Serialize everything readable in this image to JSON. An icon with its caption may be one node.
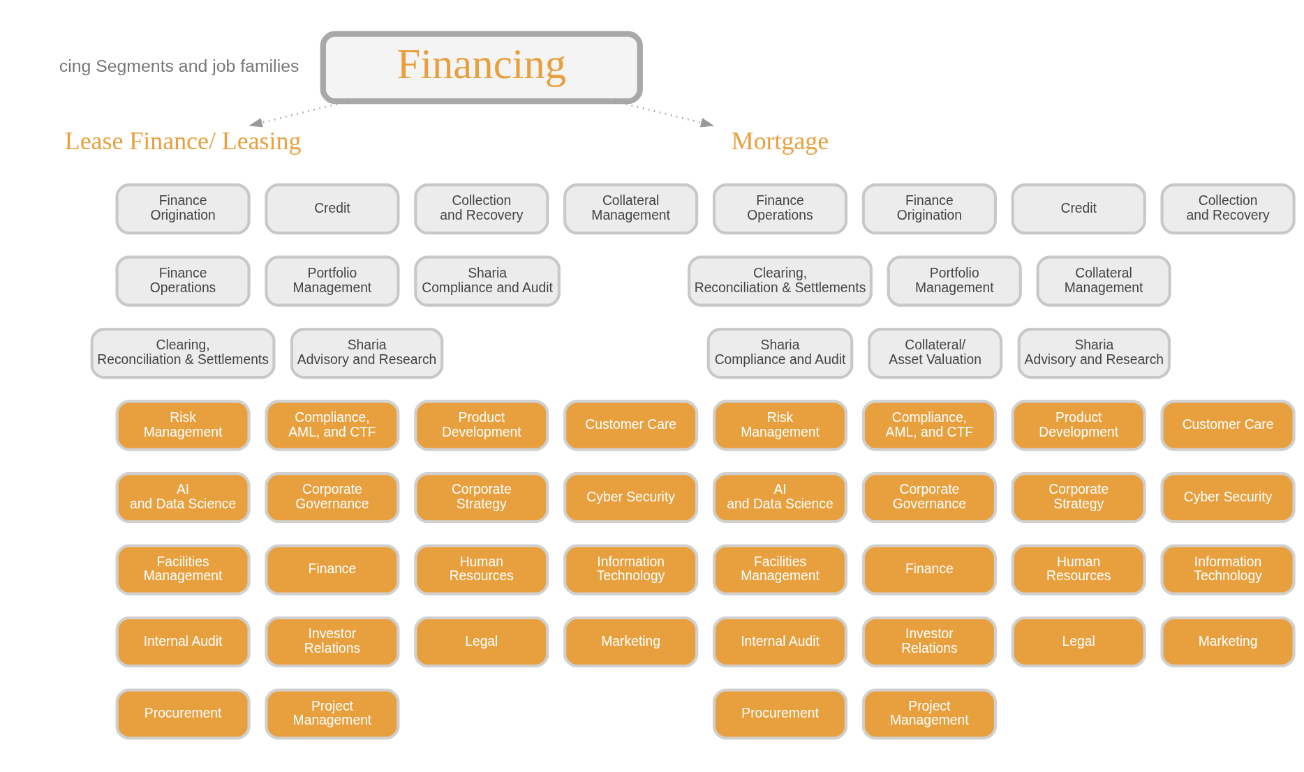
{
  "diagram": {
    "nodes": [
      {
        "text": [
          "Financing"
        ]
      },
      {
        "text": [
          "Lease Finance/ Leasing"
        ]
      },
      {
        "text": [
          "Mortgage"
        ]
      },
      {
        "text": [
          "Finance Origination"
        ]
      },
      {
        "text": [
          "Credit"
        ]
      },
      {
        "text": [
          "Collection and Recovery"
        ]
      },
      {
        "text": [
          "Collateral Management"
        ]
      },
      {
        "text": [
          "Finance Operations"
        ]
      },
      {
        "text": [
          "Portfolio Management"
        ]
      },
      {
        "text": [
          "Sharia Compliance and Audit"
        ]
      },
      {
        "text": [
          "Clearing, Reconciliation & Settlements"
        ]
      },
      {
        "text": [
          "Sharia Advisory and Research"
        ]
      },
      {
        "text": [
          "Risk Management"
        ]
      },
      {
        "text": [
          "Compliance, AML, and CTF"
        ]
      },
      {
        "text": [
          "Product Development"
        ]
      },
      {
        "text": [
          "Customer Care"
        ]
      },
      {
        "text": [
          "AI and Data Science"
        ]
      },
      {
        "text": [
          "Corporate Governance"
        ]
      },
      {
        "text": [
          "Corporate Strategy"
        ]
      },
      {
        "text": [
          "Cyber Security"
        ]
      },
      {
        "text": [
          "Facilities Management"
        ]
      },
      {
        "text": [
          "Finance"
        ]
      },
      {
        "text": [
          "Human Resources"
        ]
      },
      {
        "text": [
          "Information Technology"
        ]
      },
      {
        "text": [
          "Internal Audit"
        ]
      },
      {
        "text": [
          "Investor Relations"
        ]
      },
      {
        "text": [
          "Legal"
        ]
      },
      {
        "text": [
          "Marketing"
        ]
      },
      {
        "text": [
          "Procurement"
        ]
      },
      {
        "text": [
          "Project Management"
        ]
      },
      {
        "text": [
          "Finance Operations"
        ]
      },
      {
        "text": [
          "Finance Origination"
        ]
      },
      {
        "text": [
          "Credit"
        ]
      },
      {
        "text": [
          "Collection and Recovery"
        ]
      },
      {
        "text": [
          "Clearing, Reconciliation & Settlements"
        ]
      },
      {
        "text": [
          "Portfolio Management"
        ]
      },
      {
        "text": [
          "Collateral Management"
        ]
      },
      {
        "text": [
          "Sharia Compliance and Audit"
        ]
      },
      {
        "text": [
          "Collateral/ Asset Valuation"
        ]
      },
      {
        "text": [
          "Sharia Advisory and Research"
        ]
      },
      {
        "text": [
          "Risk Management"
        ]
      },
      {
        "text": [
          "Compliance, AML, and CTF"
        ]
      },
      {
        "text": [
          "Product Development"
        ]
      },
      {
        "text": [
          "Customer Care"
        ]
      },
      {
        "text": [
          "AI and Data Science"
        ]
      },
      {
        "text": [
          "Corporate Governance"
        ]
      },
      {
        "text": [
          "Corporate Strategy"
        ]
      },
      {
        "text": [
          "Cyber Security"
        ]
      },
      {
        "text": [
          "Facilities Management"
        ]
      },
      {
        "text": [
          "Finance"
        ]
      },
      {
        "text": [
          "Human Resources"
        ]
      },
      {
        "text": [
          "Information Technology"
        ]
      },
      {
        "text": [
          "Internal Audit"
        ]
      },
      {
        "text": [
          "Investor Relations"
        ]
      },
      {
        "text": [
          "Legal"
        ]
      },
      {
        "text": [
          "Marketing"
        ]
      },
      {
        "text": [
          "Procurement"
        ]
      },
      {
        "text": [
          "Project Management"
        ]
      }
    ],
    "edges": [
      {
        "from": 0,
        "to": 1,
        "arrow": "to",
        "style": "dashed"
      },
      {
        "from": 0,
        "to": 2,
        "arrow": "to",
        "style": "dashed"
      }
    ],
    "labels": [
      "cing Segments and job families"
    ]
  }
}
